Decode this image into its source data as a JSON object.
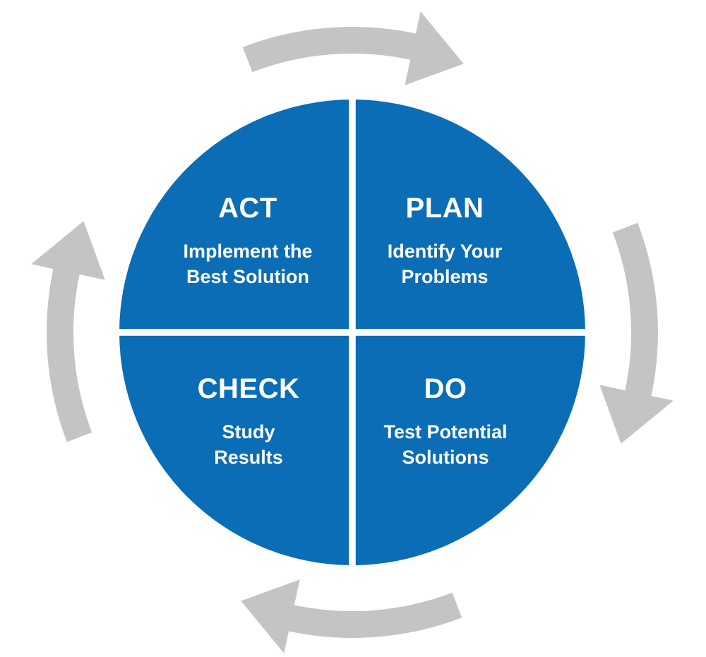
{
  "colors": {
    "circle_blue": "#0B6DB5",
    "divider_white": "#FFFFFF",
    "arrow_gray": "#C4C4C4",
    "label_text": "#FFFFFF",
    "background": "#FFFFFF"
  },
  "quadrants": {
    "act": {
      "title": "ACT",
      "subtitle": "Implement the\nBest Solution"
    },
    "plan": {
      "title": "PLAN",
      "subtitle": "Identify Your\nProblems"
    },
    "check": {
      "title": "CHECK",
      "subtitle": "Study\nResults"
    },
    "do": {
      "title": "DO",
      "subtitle": "Test Potential\nSolutions"
    }
  }
}
